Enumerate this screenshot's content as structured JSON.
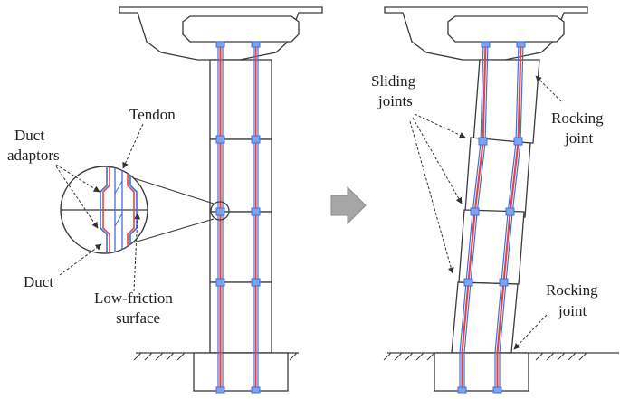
{
  "labels": {
    "tendon": "Tendon",
    "duct_adaptors_line1": "Duct",
    "duct_adaptors_line2": "adaptors",
    "duct": "Duct",
    "low_friction_line1": "Low-friction",
    "low_friction_line2": "surface",
    "sliding_joints_line1": "Sliding",
    "sliding_joints_line2": "joints",
    "rocking_joint_top_line1": "Rocking",
    "rocking_joint_top_line2": "joint",
    "rocking_joint_bottom_line1": "Rocking",
    "rocking_joint_bottom_line2": "joint"
  },
  "colors": {
    "outline": "#3a3a3a",
    "tendon": "#e0474c",
    "duct": "#3f6fd8",
    "arrow_fill": "#a6a6a6"
  },
  "icons": {
    "transition_arrow": "right-arrow-icon"
  }
}
